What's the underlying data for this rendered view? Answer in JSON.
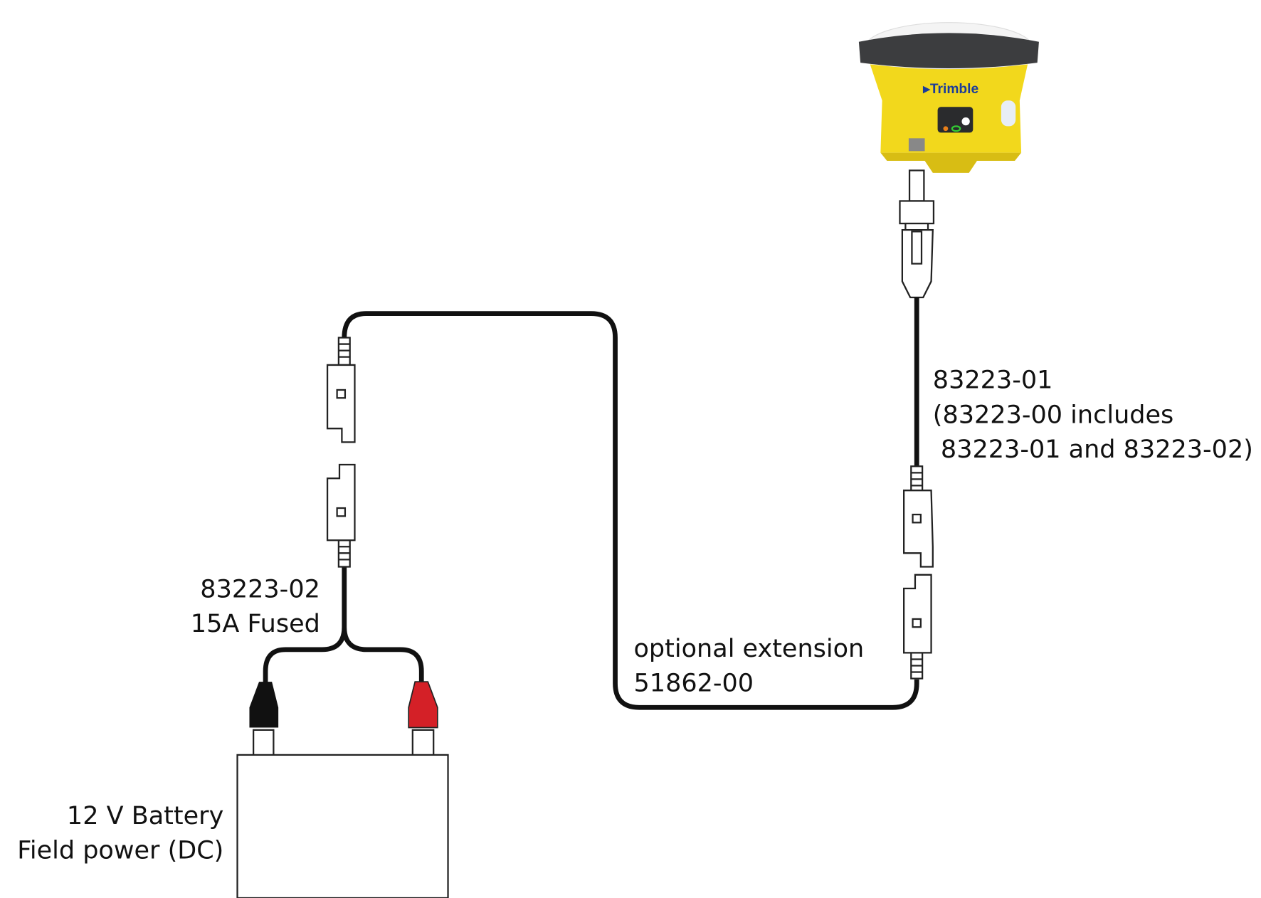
{
  "receiver": {
    "brand": "Trimble",
    "body_color": "#f2d81c",
    "brand_color": "#1b3c9a"
  },
  "labels": {
    "receiver_cable": [
      "83223-01",
      "(83223-00 includes",
      " 83223-01 and 83223-02)"
    ],
    "fused_cable": [
      "83223-02",
      "15A Fused"
    ],
    "extension": [
      "optional extension",
      "51862-00"
    ],
    "battery": [
      "12 V Battery",
      "Field power (DC)"
    ]
  },
  "colors": {
    "negative_clamp": "#111111",
    "positive_clamp": "#d42027",
    "cable": "#111111"
  }
}
